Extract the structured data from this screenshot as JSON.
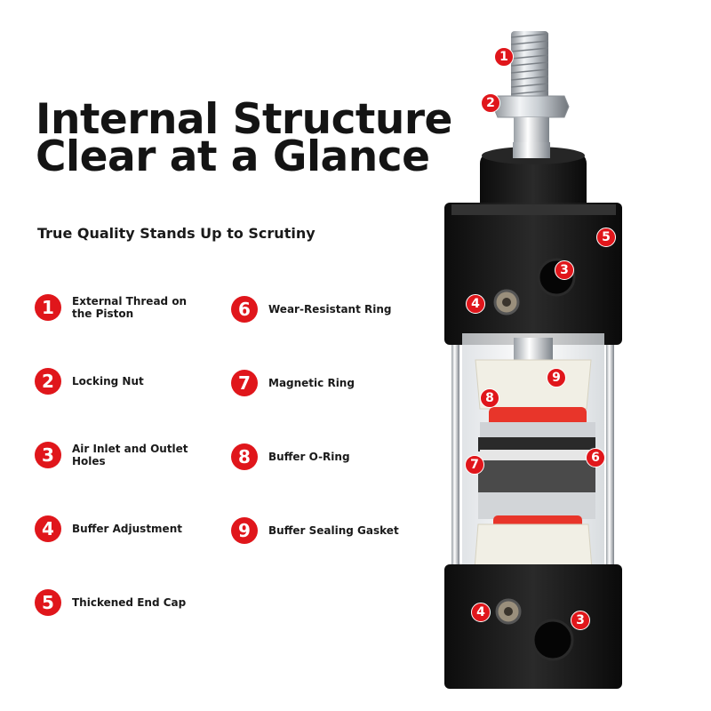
{
  "header": {
    "title_line1": "Internal Structure",
    "title_line2": "Clear at a Glance",
    "subtitle": "True Quality Stands Up to Scrutiny"
  },
  "legend": [
    {
      "num": "1",
      "label": "External Thread on the Piston"
    },
    {
      "num": "2",
      "label": "Locking Nut"
    },
    {
      "num": "3",
      "label": "Air Inlet and Outlet Holes"
    },
    {
      "num": "4",
      "label": "Buffer Adjustment"
    },
    {
      "num": "5",
      "label": "Thickened End Cap"
    },
    {
      "num": "6",
      "label": "Wear-Resistant Ring"
    },
    {
      "num": "7",
      "label": "Magnetic Ring"
    },
    {
      "num": "8",
      "label": "Buffer O-Ring"
    },
    {
      "num": "9",
      "label": "Buffer Sealing Gasket"
    }
  ],
  "markers": [
    "1",
    "2",
    "5",
    "3",
    "4",
    "9",
    "8",
    "7",
    "6",
    "4",
    "3"
  ],
  "colors": {
    "accent": "#e0161b",
    "body": "#111111"
  }
}
